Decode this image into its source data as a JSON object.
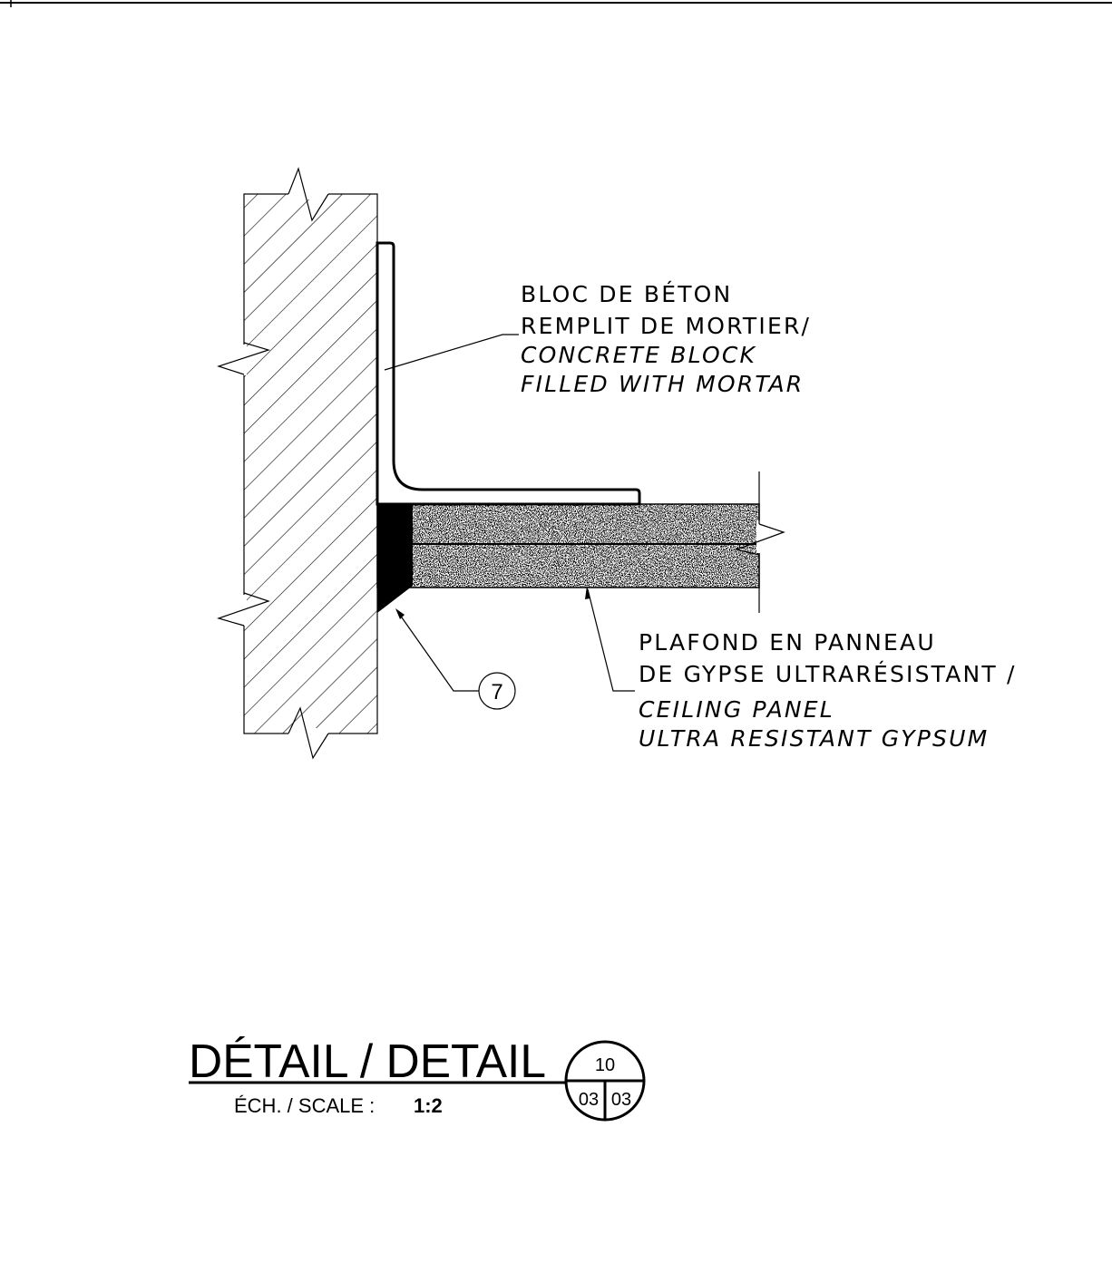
{
  "labels": {
    "concrete": {
      "line1": "BLOC DE BÉTON",
      "line2": "REMPLIT DE MORTIER/",
      "line3": "CONCRETE BLOCK",
      "line4": "FILLED WITH MORTAR"
    },
    "ceiling": {
      "line1": "PLAFOND EN PANNEAU",
      "line2": "DE GYPSE ULTRARÉSISTANT /",
      "line3": "CEILING PANEL",
      "line4": "ULTRA RESISTANT GYPSUM"
    },
    "keynote": "7"
  },
  "title_block": {
    "title": "DÉTAIL / DETAIL",
    "scale_label": "ÉCH. / SCALE :",
    "scale_value": "1:2",
    "detail_number": "10",
    "sheet_left": "03",
    "sheet_right": "03"
  }
}
